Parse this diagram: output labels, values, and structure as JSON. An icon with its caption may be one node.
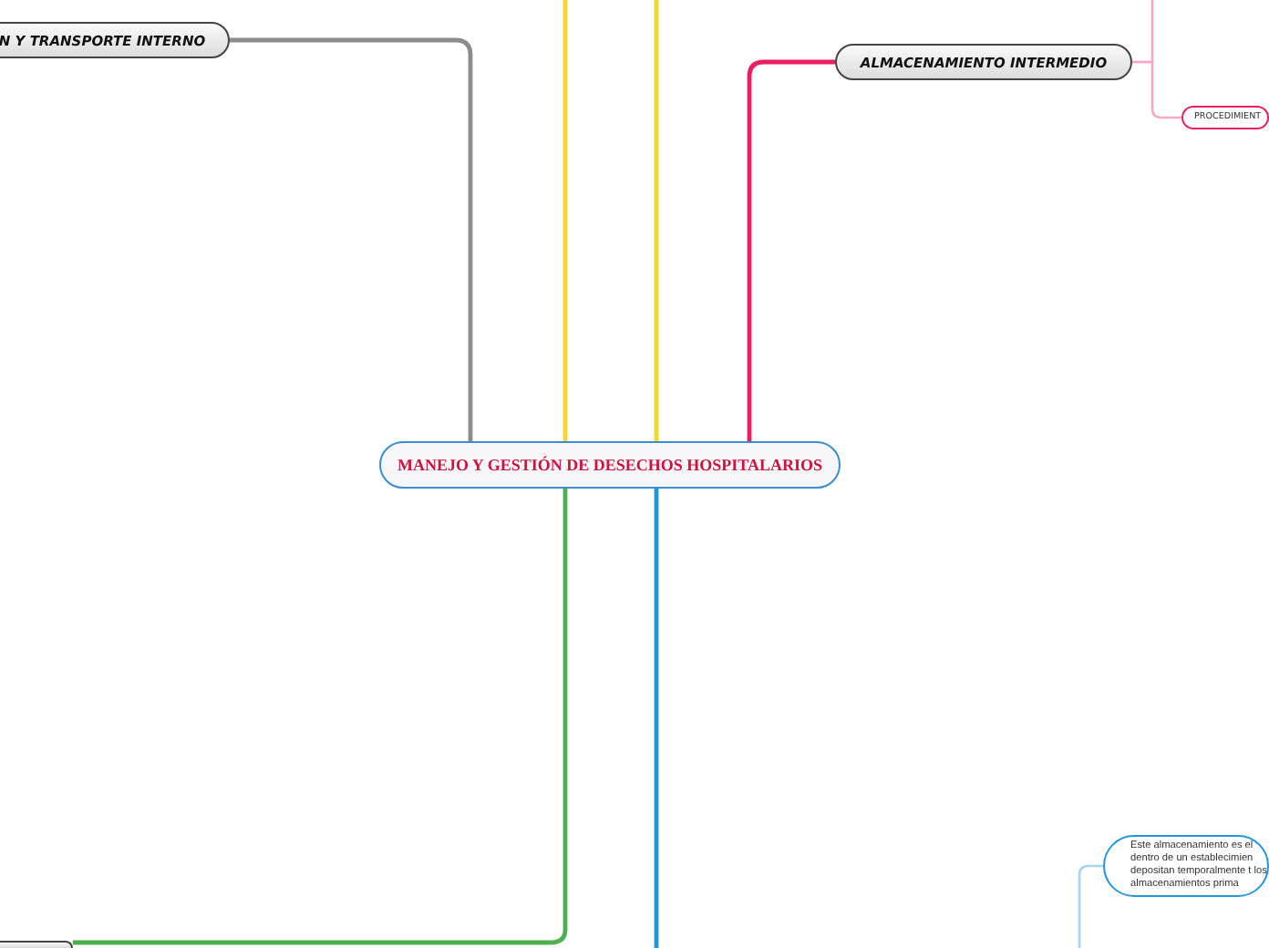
{
  "diagram": {
    "nodes": [
      {
        "text": [
          "MANEJO Y GESTIÓN DE DESECHOS HOSPITALARIOS"
        ]
      },
      {
        "text": [
          "N Y TRANSPORTE INTERNO"
        ]
      },
      {
        "text": [
          "ALMACENAMIENTO INTERMEDIO"
        ]
      },
      {
        "text": [
          "PROCEDIMIENT"
        ]
      },
      {
        "text": [
          "Este almacenamiento es el dentro de un establecimien depositan temporalmente t los almacenamientos prima"
        ]
      },
      {
        "text": [],
        "shape": "box"
      }
    ],
    "edges": [
      {
        "from": 0,
        "to": 1,
        "arrow": "none",
        "color": "#8c8c8c"
      },
      {
        "from": 0,
        "to": null,
        "arrow": "none",
        "color": "#f7d52a"
      },
      {
        "from": 0,
        "to": null,
        "arrow": "none",
        "color": "#f7d52a"
      },
      {
        "from": 0,
        "to": 2,
        "arrow": "none",
        "color": "#e91e63"
      },
      {
        "from": 0,
        "to": 5,
        "arrow": "none",
        "color": "#4caf50"
      },
      {
        "from": 0,
        "to": null,
        "arrow": "none",
        "color": "#2196e0"
      },
      {
        "from": 2,
        "to": null,
        "arrow": "none",
        "color": "#f6a9c6"
      },
      {
        "from": 2,
        "to": 3,
        "arrow": "none",
        "color": "#f6a9c6"
      },
      {
        "from": 4,
        "to": null,
        "arrow": "none",
        "color": "#a8d4f5"
      }
    ]
  }
}
